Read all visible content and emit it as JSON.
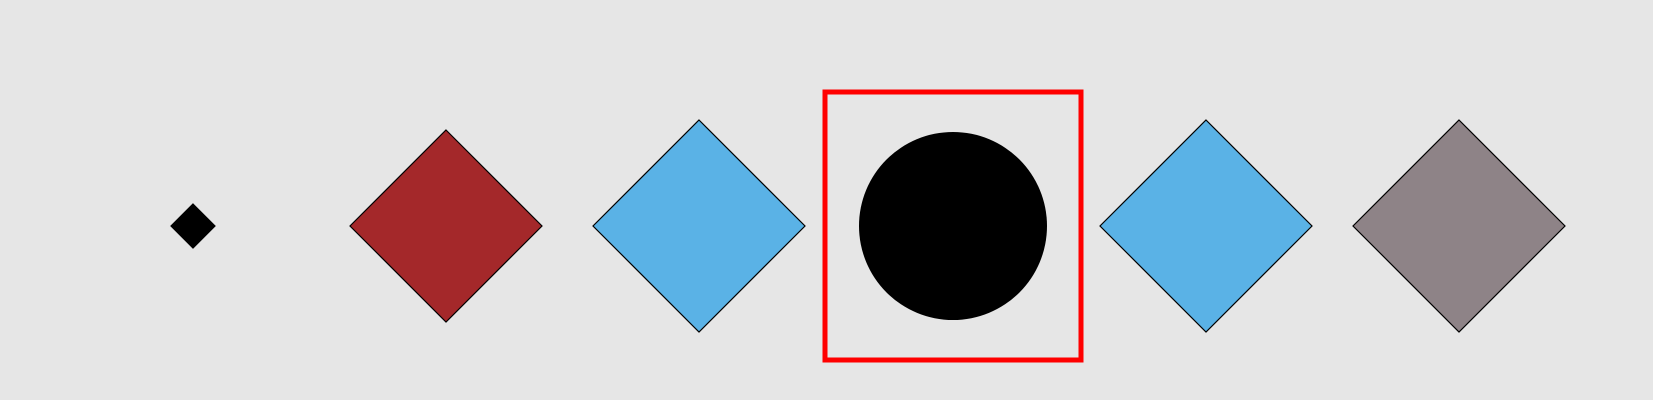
{
  "background_color": "#e6e6e6",
  "selection_color": "#ff0000",
  "shapes": [
    {
      "kind": "diamond",
      "name": "small-black-diamond",
      "color": "#000000"
    },
    {
      "kind": "diamond",
      "name": "dark-red-diamond",
      "color": "#a4282a"
    },
    {
      "kind": "diamond",
      "name": "sky-blue-diamond",
      "color": "#5ab2e6"
    },
    {
      "kind": "circle",
      "name": "black-circle",
      "color": "#000000",
      "selected": true
    },
    {
      "kind": "diamond",
      "name": "sky-blue-diamond",
      "color": "#5ab2e6"
    },
    {
      "kind": "diamond",
      "name": "mauve-gray-diamond",
      "color": "#8e8387"
    }
  ]
}
